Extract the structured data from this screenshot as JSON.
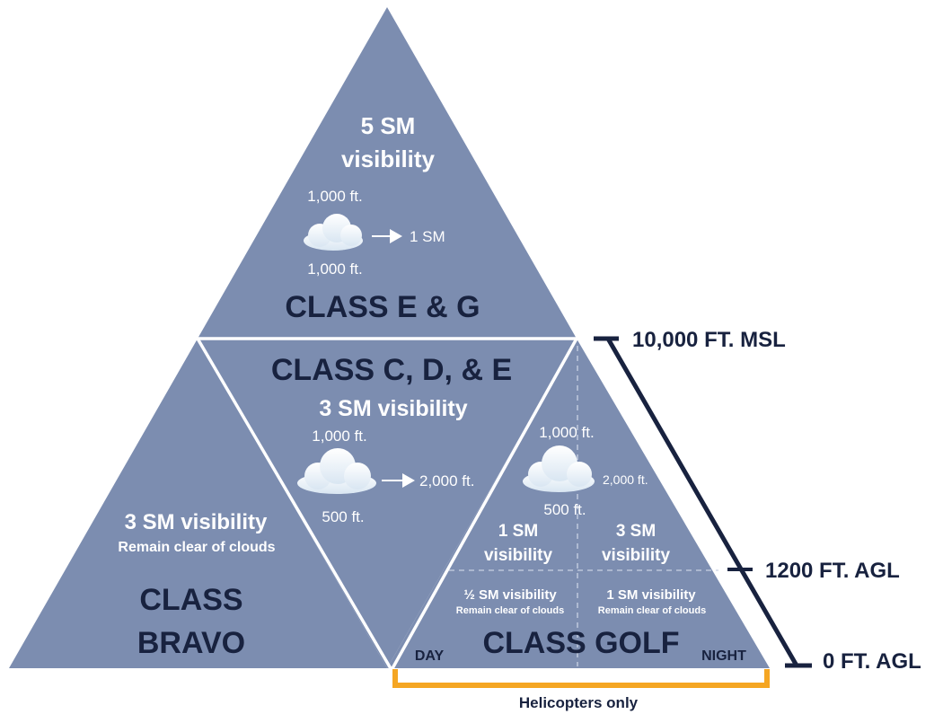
{
  "top": {
    "visibility_line1": "5 SM",
    "visibility_line2": "visibility",
    "cloud_above": "1,000 ft.",
    "cloud_side": "1 SM",
    "cloud_below": "1,000 ft.",
    "class_label": "CLASS E & G"
  },
  "middle": {
    "class_label": "CLASS C, D, & E",
    "visibility": "3 SM visibility",
    "cloud_above": "1,000 ft.",
    "cloud_side": "2,000 ft.",
    "cloud_below": "500 ft."
  },
  "bravo": {
    "visibility": "3 SM visibility",
    "note": "Remain clear of clouds",
    "class_line1": "CLASS",
    "class_line2": "BRAVO"
  },
  "golf": {
    "cloud_above": "1,000 ft.",
    "cloud_side": "2,000 ft.",
    "cloud_below": "500 ft.",
    "day_upper_line1": "1 SM",
    "day_upper_line2": "visibility",
    "night_upper_line1": "3 SM",
    "night_upper_line2": "visibility",
    "day_lower_visibility": "½ SM visibility",
    "day_lower_note": "Remain clear of clouds",
    "night_lower_visibility": "1 SM visibility",
    "night_lower_note": "Remain clear of clouds",
    "class_label": "CLASS GOLF",
    "day_label": "DAY",
    "night_label": "NIGHT"
  },
  "altitudes": {
    "top": "10,000 FT. MSL",
    "middle": "1200 FT. AGL",
    "bottom": "0 FT. AGL"
  },
  "bracket": {
    "label": "Helicopters only",
    "color": "#f5a623"
  },
  "colors": {
    "triangle_fill": "#7c8db0",
    "dark_text": "#18223f",
    "divider": "#ffffff"
  }
}
